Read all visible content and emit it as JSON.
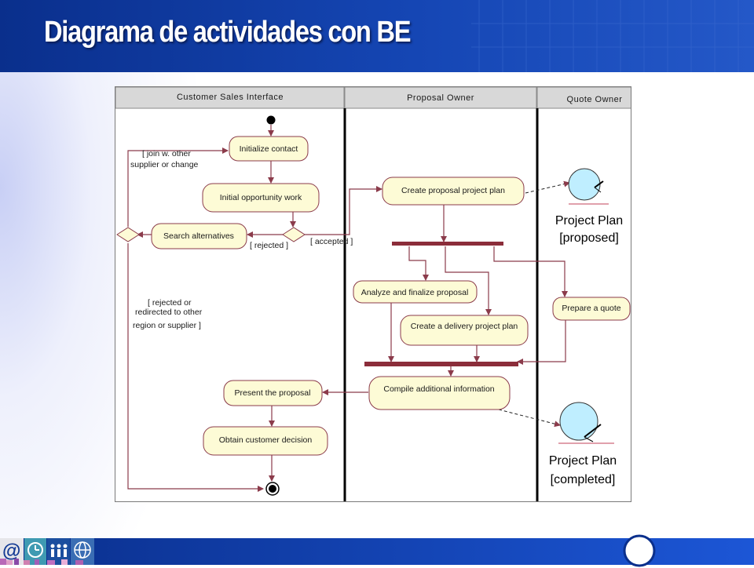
{
  "slide": {
    "title": "Diagrama de actividades con BE"
  },
  "diagram": {
    "swimlanes": [
      "Customer Sales Interface",
      "Proposal Owner",
      "Quote Owner"
    ],
    "activities": {
      "initialize_contact": "Initialize contact",
      "initial_opportunity_work": "Initial opportunity work",
      "search_alternatives": "Search alternatives",
      "create_proposal_project_plan": "Create proposal project plan",
      "analyze_and_finalize_proposal": "Analyze and finalize proposal",
      "create_delivery_project_plan": "Create a delivery project plan",
      "prepare_quote": "Prepare a quote",
      "compile_additional_information": "Compile additional information",
      "present_proposal": "Present the proposal",
      "obtain_customer_decision": "Obtain customer decision"
    },
    "guards": {
      "join_w_other_1": "[ join w. other",
      "join_w_other_2": "supplier or change",
      "rejected": "[ rejected ]",
      "accepted": "[ accepted ]",
      "redirected_1": "[ rejected or",
      "redirected_2": "redirected to other",
      "redirected_3": "region or supplier ]"
    },
    "objects": {
      "proposed_name": "Project Plan",
      "proposed_state": "[proposed]",
      "completed_name": "Project Plan",
      "completed_state": "[completed]"
    }
  },
  "colors": {
    "header_blue": "#0b3a9c",
    "activity_fill": "#fdfbd6",
    "sync_bar": "#8b2d3a",
    "flow_line": "#8b3b4b",
    "object_fill": "#bfeeff"
  }
}
